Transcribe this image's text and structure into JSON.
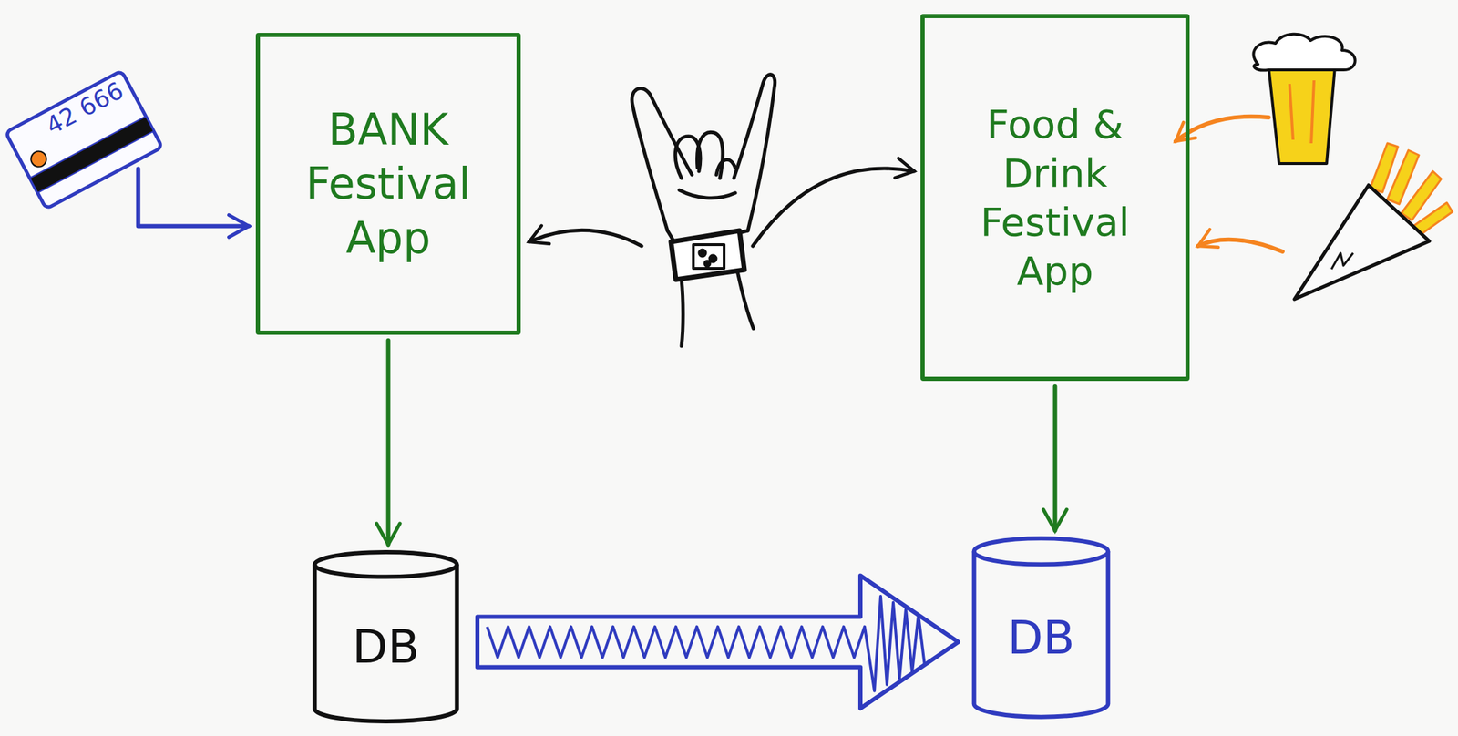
{
  "diagram": {
    "nodes": [
      {
        "text": [
          "42 666"
        ]
      },
      {
        "text": [
          "BANK Festival App"
        ]
      },
      {
        "text": [
          "Food & Drink Festival App"
        ]
      },
      {
        "text": [
          "DB"
        ]
      },
      {
        "text": [
          "DB"
        ]
      }
    ],
    "edges": [
      {
        "from": 0,
        "to": 1,
        "arrow": "to"
      },
      {
        "from": 1,
        "to": 3,
        "arrow": "to"
      },
      {
        "from": 2,
        "to": 4,
        "arrow": "to"
      },
      {
        "from": 3,
        "to": 4,
        "arrow": "to"
      }
    ]
  }
}
